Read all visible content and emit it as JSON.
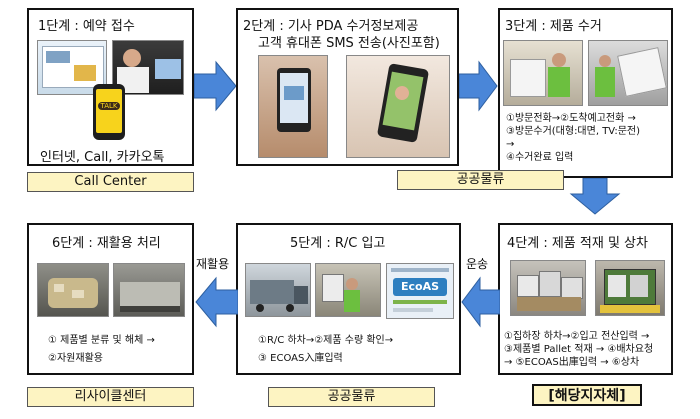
{
  "stage1": {
    "title": "1단계 : 예약 접수",
    "caption": "인터넷, Call, 카카오톡",
    "talk_badge": "TALK",
    "label": "Call Center"
  },
  "stage2": {
    "title_line1": "2단계 : 기사 PDA 수거정보제공",
    "title_line2": "고객 휴대폰 SMS 전송(사진포함)"
  },
  "stage3": {
    "title": "3단계 : 제품 수거",
    "steps": [
      "①방문전화→②도착예고전화 →",
      "③방문수거(대형:대면, TV:문전)",
      "→",
      "④수거완료 입력"
    ]
  },
  "label_public1": "공공물류",
  "stage4": {
    "title": "4단계 : 제품 적재 및 상차",
    "steps": [
      "①집하장 하차→②입고 전산입력 →",
      "③제품별 Pallet 적재 → ④배차요청",
      "→ ⑤ECOAS出庫입력 → ⑥상차"
    ],
    "label": "[해당지자체]"
  },
  "stage5": {
    "title": "5단계 : R/C 입고",
    "steps": [
      "①R/C 하차→②제품 수량 확인→",
      "③ ECOAS入庫입력"
    ],
    "ecoas_logo": "EcoAS",
    "label": "공공물류"
  },
  "stage6": {
    "title": "6단계 : 재활용 처리",
    "steps": [
      "① 제품별 분류 및 해체 →",
      "②자원재활용"
    ],
    "label": "리사이클센터"
  },
  "arrow_labels": {
    "transport": "운송",
    "recycle": "재활용"
  },
  "colors": {
    "arrow": "#4a86d8",
    "label_bg": "#fdf4c2",
    "border": "#111111"
  }
}
